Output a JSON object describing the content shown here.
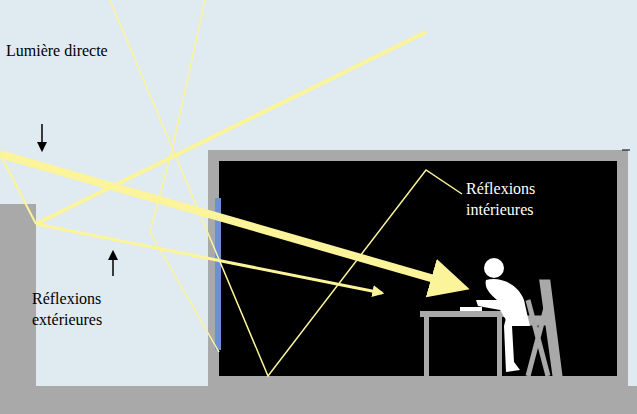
{
  "diagram": {
    "labels": [
      "Lumière directe",
      "Réflexions extérieures",
      "Réflexions intérieures"
    ]
  }
}
